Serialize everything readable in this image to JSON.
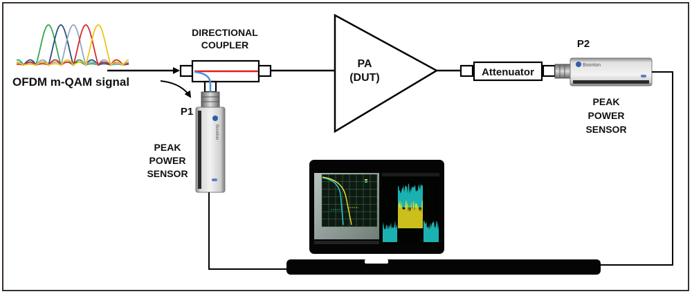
{
  "signal": {
    "label": "OFDM m-QAM signal",
    "subcarrier_colors": [
      "#2fa84f",
      "#2e4a7a",
      "#8fa8bf",
      "#d62a2a",
      "#f0c419"
    ]
  },
  "coupler": {
    "title_line1": "DIRECTIONAL",
    "title_line2": "COUPLER",
    "through_line_color": "#e81c1c",
    "coupled_line_color": "#4a90d9"
  },
  "sensor_p1": {
    "port": "P1",
    "label_line1": "PEAK",
    "label_line2": "POWER",
    "label_line3": "SENSOR",
    "brand": "Boonton"
  },
  "amplifier": {
    "label_line1": "PA",
    "label_line2": "(DUT)"
  },
  "attenuator": {
    "label": "Attenuator"
  },
  "sensor_p2": {
    "port": "P2",
    "label_line1": "PEAK",
    "label_line2": "POWER",
    "label_line3": "SENSOR",
    "brand": "Boonton"
  },
  "laptop": {
    "left_plot": "CCDF curves",
    "right_plot": "Trace",
    "trace_colors": [
      "#f0e020",
      "#20d0d0"
    ]
  }
}
